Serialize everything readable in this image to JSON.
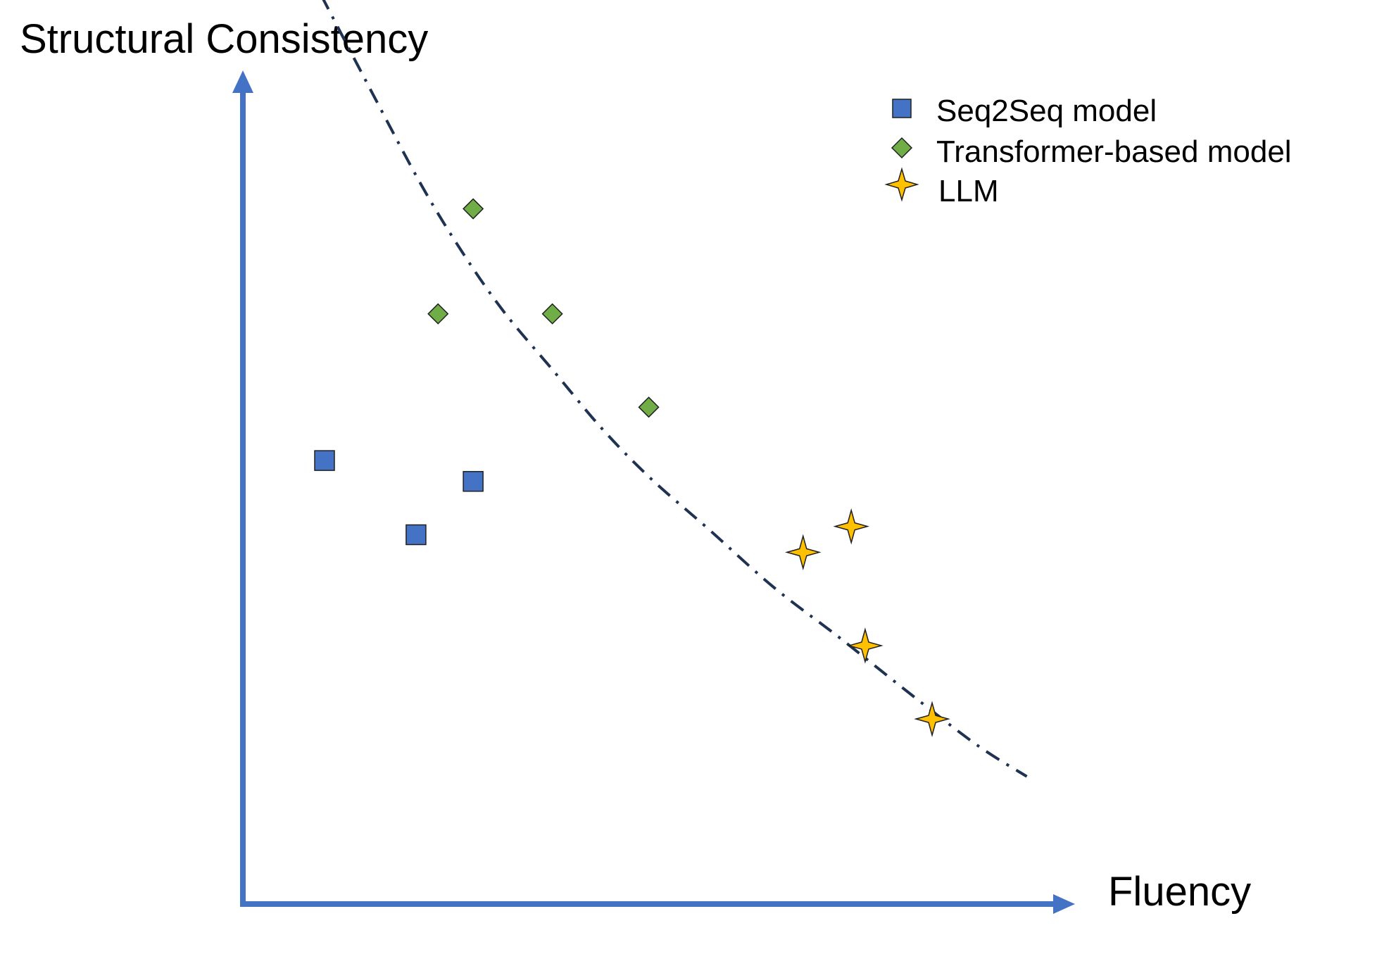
{
  "chart_data": {
    "type": "scatter",
    "xlabel": "Fluency",
    "ylabel": "Structural Consistency",
    "xlim": [
      0,
      100
    ],
    "ylim": [
      0,
      100
    ],
    "grid": false,
    "legend_position": "top-right",
    "axis_color": "#4472C4",
    "series": [
      {
        "name": "Seq2Seq model",
        "marker": "square",
        "color": "#4472C4",
        "points": [
          [
            10,
            53.2
          ],
          [
            21.2,
            44.3
          ],
          [
            28.2,
            50.7
          ]
        ]
      },
      {
        "name": "Transformer-based model",
        "marker": "diamond",
        "color": "#70AD47",
        "points": [
          [
            28.2,
            83.4
          ],
          [
            23.9,
            70.8
          ],
          [
            37.9,
            70.8
          ],
          [
            49.7,
            59.6
          ]
        ]
      },
      {
        "name": "LLM",
        "marker": "star4",
        "color": "#FFC000",
        "points": [
          [
            68.6,
            42.2
          ],
          [
            74.5,
            45.3
          ],
          [
            76.2,
            31.0
          ],
          [
            84.4,
            22.2
          ]
        ]
      }
    ],
    "trend_curve": {
      "style": "dash-dot",
      "color": "#1F3251",
      "points": [
        [
          9.6,
          109
        ],
        [
          16,
          97
        ],
        [
          22,
          86
        ],
        [
          27,
          78
        ],
        [
          32,
          71
        ],
        [
          38,
          64
        ],
        [
          44,
          57
        ],
        [
          50,
          51
        ],
        [
          57,
          45
        ],
        [
          65,
          38
        ],
        [
          73,
          32
        ],
        [
          82,
          25
        ],
        [
          90,
          19
        ],
        [
          96,
          15.3
        ]
      ]
    }
  }
}
